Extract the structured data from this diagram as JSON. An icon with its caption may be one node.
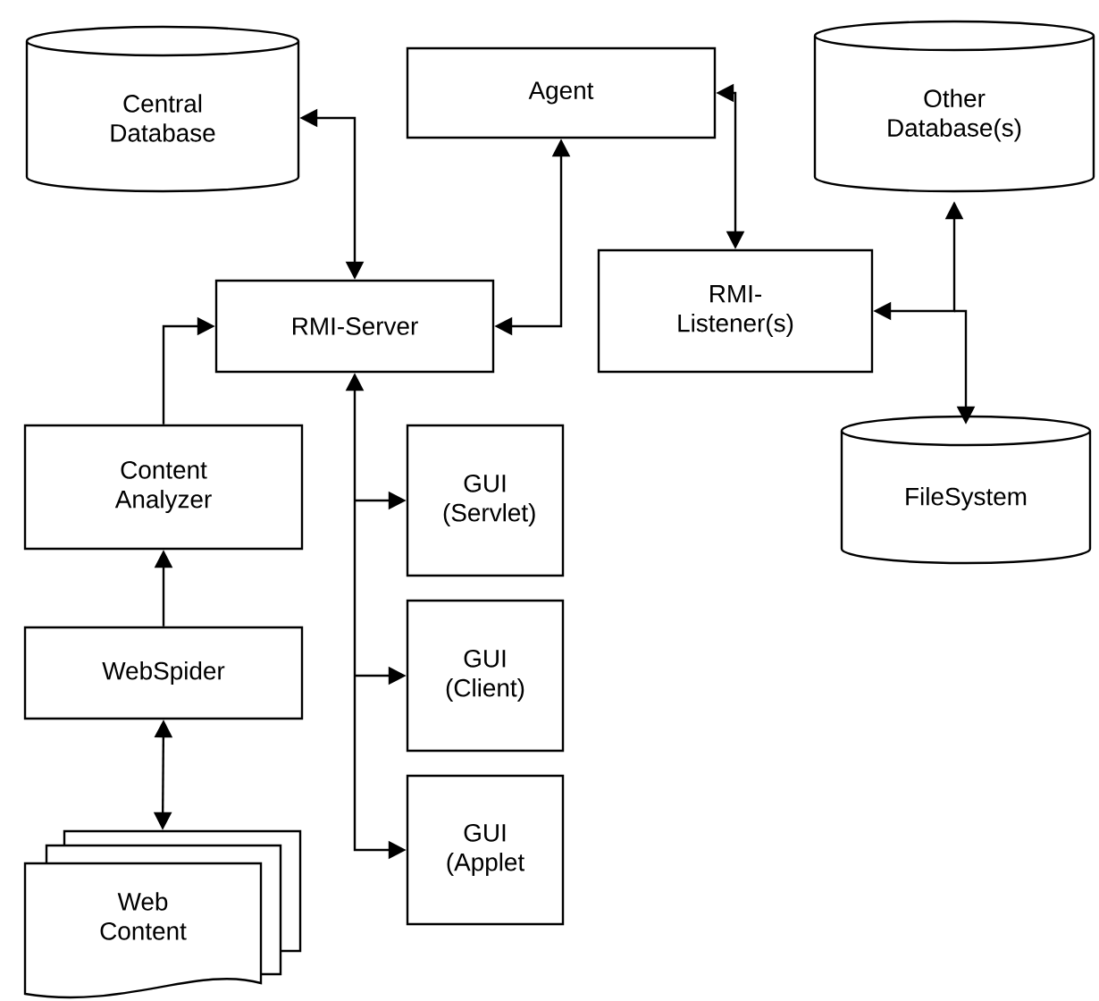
{
  "diagram": {
    "nodes": [
      {
        "text": [
          "Central Database"
        ]
      },
      {
        "text": [
          "Agent"
        ]
      },
      {
        "text": [
          "Other Database(s)"
        ]
      },
      {
        "text": [
          "RMI-Server"
        ]
      },
      {
        "text": [
          "RMI- Listener(s)"
        ]
      },
      {
        "text": [
          "Content Analyzer"
        ]
      },
      {
        "text": [
          "GUI (Servlet)"
        ]
      },
      {
        "text": [
          "FileSystem"
        ]
      },
      {
        "text": [
          "WebSpider"
        ]
      },
      {
        "text": [
          "GUI (Client)"
        ]
      },
      {
        "text": [
          "Web Content"
        ]
      },
      {
        "text": [
          "GUI (Applet"
        ]
      }
    ],
    "edges": [
      {
        "from": 3,
        "to": 0,
        "arrow": "both"
      },
      {
        "from": 1,
        "to": 3,
        "arrow": "both"
      },
      {
        "from": 1,
        "to": 4,
        "arrow": "both"
      },
      {
        "from": 4,
        "to": 2,
        "arrow": "both"
      },
      {
        "from": 4,
        "to": 7,
        "arrow": "both"
      },
      {
        "from": 5,
        "to": 3,
        "arrow": "to"
      },
      {
        "from": 8,
        "to": 5,
        "arrow": "to"
      },
      {
        "from": 8,
        "to": 10,
        "arrow": "both"
      },
      {
        "from": 3,
        "to": 6,
        "arrow": "both"
      },
      {
        "from": 3,
        "to": 9,
        "arrow": "both"
      },
      {
        "from": 3,
        "to": 11,
        "arrow": "both"
      }
    ]
  }
}
